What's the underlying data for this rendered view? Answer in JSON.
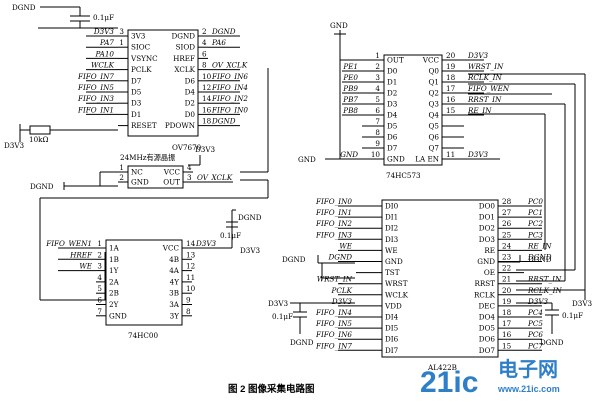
{
  "caption": "图 2   图像采集电路图",
  "watermark": {
    "brand": "21ic",
    "cn": "电子网",
    "url": "www.21ic.com"
  },
  "power": {
    "d3v3": "D3V3",
    "dgnd": "DGND",
    "gnd": "GND",
    "cap": "0.1μF",
    "res": "10kΩ"
  },
  "ov7670": {
    "name": "OV7670",
    "left": [
      {
        "n": "3",
        "p": "3V3",
        "net": "D3V3"
      },
      {
        "n": "1",
        "p": "SIOC",
        "net": "PA7"
      },
      {
        "n": "",
        "p": "VSYNC",
        "net": "PA10"
      },
      {
        "n": "",
        "p": "PCLK",
        "net": "WCLK"
      },
      {
        "n": "",
        "p": "D7",
        "net": "FIFO_IN7"
      },
      {
        "n": "",
        "p": "D5",
        "net": "FIFO_IN5"
      },
      {
        "n": "",
        "p": "D3",
        "net": "FIFO_IN3"
      },
      {
        "n": "",
        "p": "D1",
        "net": "FIFO_IN1"
      },
      {
        "n": "",
        "p": "RESET",
        "net": ""
      }
    ],
    "right": [
      {
        "n": "2",
        "p": "DGND",
        "net": "DGND"
      },
      {
        "n": "4",
        "p": "SIOD",
        "net": "PA6"
      },
      {
        "n": "6",
        "p": "HREF",
        "net": ""
      },
      {
        "n": "8",
        "p": "XCLK",
        "net": "OV_XCLK"
      },
      {
        "n": "10",
        "p": "D6",
        "net": "FIFO_IN6"
      },
      {
        "n": "12",
        "p": "D4",
        "net": "FIFO_IN4"
      },
      {
        "n": "14",
        "p": "D2",
        "net": "FIFO_IN2"
      },
      {
        "n": "16",
        "p": "D0",
        "net": "FIFO_IN0"
      },
      {
        "n": "18",
        "p": "PDOWN",
        "net": "DGND"
      }
    ]
  },
  "osc": {
    "name": "24MHz有源晶振",
    "left": [
      {
        "n": "1",
        "p": "NC"
      },
      {
        "n": "2",
        "p": "GND"
      }
    ],
    "right": [
      {
        "n": "4",
        "p": "VCC"
      },
      {
        "n": "3",
        "p": "OUT",
        "net": "OV_XCLK"
      }
    ]
  },
  "hc573": {
    "name": "74HC573",
    "left": [
      {
        "n": "1",
        "p": "OUT",
        "net": ""
      },
      {
        "n": "2",
        "p": "D0",
        "net": "PE1"
      },
      {
        "n": "3",
        "p": "D1",
        "net": "PE0"
      },
      {
        "n": "4",
        "p": "D2",
        "net": "PB9"
      },
      {
        "n": "5",
        "p": "D3",
        "net": "PB7"
      },
      {
        "n": "6",
        "p": "D4",
        "net": "PB8"
      },
      {
        "n": "7",
        "p": "D5",
        "net": ""
      },
      {
        "n": "8",
        "p": "D6",
        "net": ""
      },
      {
        "n": "9",
        "p": "D7",
        "net": ""
      },
      {
        "n": "10",
        "p": "GND",
        "net": "GND"
      }
    ],
    "right": [
      {
        "n": "20",
        "p": "VCC",
        "net": "D3V3"
      },
      {
        "n": "19",
        "p": "Q0",
        "net": "WRST_IN"
      },
      {
        "n": "18",
        "p": "Q1",
        "net": "RCLK_IN"
      },
      {
        "n": "17",
        "p": "Q2",
        "net": "FIFO_WEN"
      },
      {
        "n": "16",
        "p": "Q3",
        "net": "RRST_IN"
      },
      {
        "n": "15",
        "p": "Q4",
        "net": "RE_IN"
      },
      {
        "n": "",
        "p": "Q5",
        "net": ""
      },
      {
        "n": "",
        "p": "Q6",
        "net": ""
      },
      {
        "n": "",
        "p": "Q7",
        "net": ""
      },
      {
        "n": "11",
        "p": "LA EN",
        "net": "D3V3"
      }
    ]
  },
  "hc00": {
    "name": "74HC00",
    "left": [
      {
        "n": "1",
        "p": "1A",
        "net": "FIFO_WEN1"
      },
      {
        "n": "2",
        "p": "1B",
        "net": "HREF"
      },
      {
        "n": "3",
        "p": "1Y",
        "net": "WE"
      },
      {
        "n": "4",
        "p": "2A",
        "net": ""
      },
      {
        "n": "5",
        "p": "2B",
        "net": ""
      },
      {
        "n": "6",
        "p": "2Y",
        "net": ""
      },
      {
        "n": "7",
        "p": "GND",
        "net": ""
      }
    ],
    "right": [
      {
        "n": "14",
        "p": "VCC",
        "net": "D3V3"
      },
      {
        "n": "13",
        "p": "4B",
        "net": ""
      },
      {
        "n": "12",
        "p": "4A",
        "net": ""
      },
      {
        "n": "11",
        "p": "4Y",
        "net": ""
      },
      {
        "n": "10",
        "p": "3B",
        "net": ""
      },
      {
        "n": "9",
        "p": "3A",
        "net": ""
      },
      {
        "n": "8",
        "p": "3Y",
        "net": ""
      }
    ]
  },
  "al422b": {
    "name": "AL422B",
    "left": [
      {
        "n": "",
        "p": "DI0",
        "net": "FIFO_IN0"
      },
      {
        "n": "",
        "p": "DI1",
        "net": "FIFO_IN1"
      },
      {
        "n": "",
        "p": "DI2",
        "net": "FIFO_IN2"
      },
      {
        "n": "",
        "p": "DI3",
        "net": "FIFO_IN3"
      },
      {
        "n": "",
        "p": "WE",
        "net": "WE"
      },
      {
        "n": "",
        "p": "GND",
        "net": "DGND"
      },
      {
        "n": "",
        "p": "TST",
        "net": ""
      },
      {
        "n": "",
        "p": "WRST",
        "net": "WRST_IN"
      },
      {
        "n": "",
        "p": "WCLK",
        "net": "PCLK"
      },
      {
        "n": "",
        "p": "VDD",
        "net": "D3V3"
      },
      {
        "n": "",
        "p": "DI4",
        "net": "FIFO_IN4"
      },
      {
        "n": "",
        "p": "DI5",
        "net": "FIFO_IN5"
      },
      {
        "n": "",
        "p": "DI6",
        "net": "FIFO_IN6"
      },
      {
        "n": "",
        "p": "DI7",
        "net": "FIFO_IN7"
      }
    ],
    "right": [
      {
        "n": "28",
        "p": "DO0",
        "net": "PC0"
      },
      {
        "n": "27",
        "p": "DO1",
        "net": "PC1"
      },
      {
        "n": "26",
        "p": "DO2",
        "net": "PC2"
      },
      {
        "n": "25",
        "p": "DO3",
        "net": "PC3"
      },
      {
        "n": "24",
        "p": "RE",
        "net": "RE_IN"
      },
      {
        "n": "23",
        "p": "GND",
        "net": "DGND"
      },
      {
        "n": "22",
        "p": "OE",
        "net": ""
      },
      {
        "n": "21",
        "p": "RRST",
        "net": "RRST_IN"
      },
      {
        "n": "20",
        "p": "RCLK",
        "net": "RCLK_IN"
      },
      {
        "n": "19",
        "p": "DEC",
        "net": "D3V3"
      },
      {
        "n": "18",
        "p": "DO4",
        "net": "PC4"
      },
      {
        "n": "17",
        "p": "DO5",
        "net": "PC5"
      },
      {
        "n": "16",
        "p": "DO6",
        "net": "PC6"
      },
      {
        "n": "15",
        "p": "DO7",
        "net": "PC7"
      }
    ]
  }
}
